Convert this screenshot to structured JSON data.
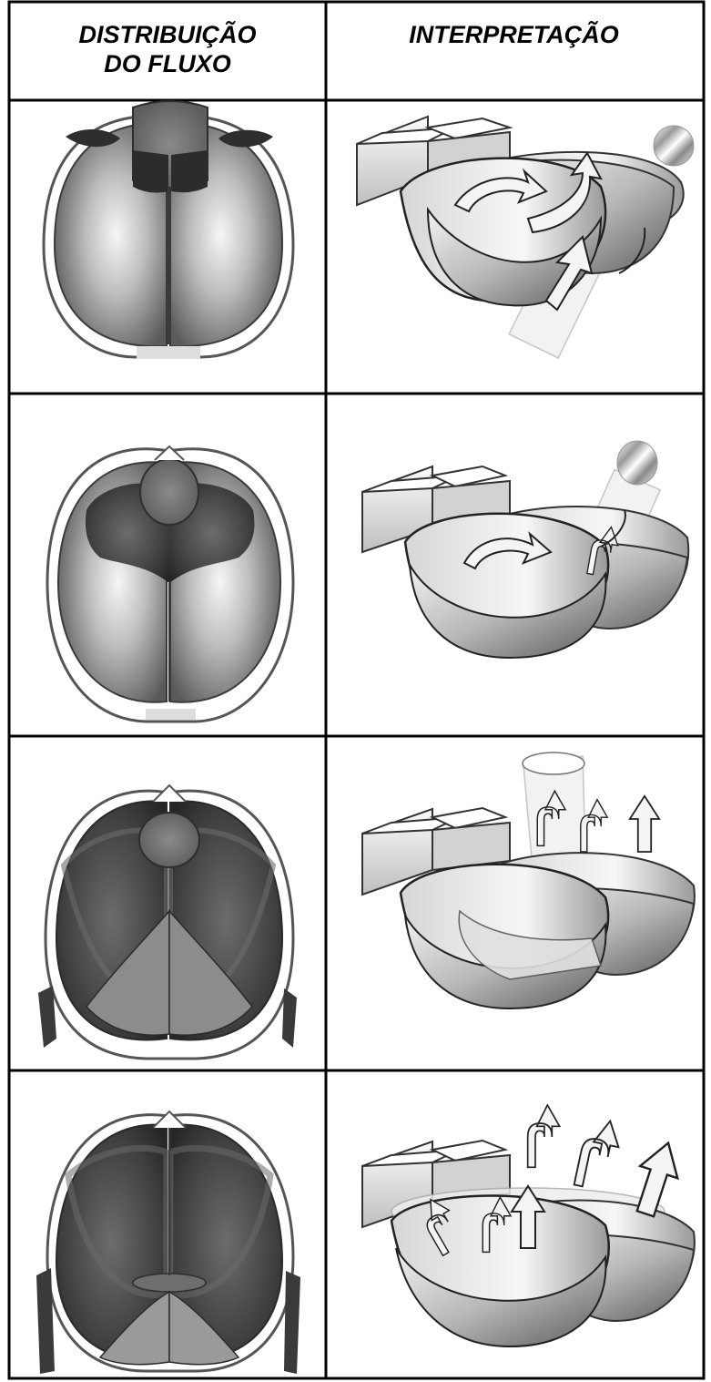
{
  "table": {
    "headers": {
      "left_line1": "DISTRIBUIÇÃO",
      "left_line2": "DO FLUXO",
      "right": "INTERPRETAÇÃO"
    },
    "rows": [
      {
        "flow_view": "cup-distribution-shallow",
        "interpretation": "bowl-interpretation-one"
      },
      {
        "flow_view": "cup-distribution-medium",
        "interpretation": "bowl-interpretation-two"
      },
      {
        "flow_view": "cup-distribution-deep",
        "interpretation": "bowl-interpretation-three"
      },
      {
        "flow_view": "cup-distribution-full",
        "interpretation": "bowl-interpretation-four"
      }
    ]
  },
  "colors": {
    "border": "#000000",
    "shell_light": "#e8e8e8",
    "shell_mid": "#a8a8a8",
    "shell_dark": "#4a4a4a",
    "arrow_fill": "#f4f4f4"
  }
}
